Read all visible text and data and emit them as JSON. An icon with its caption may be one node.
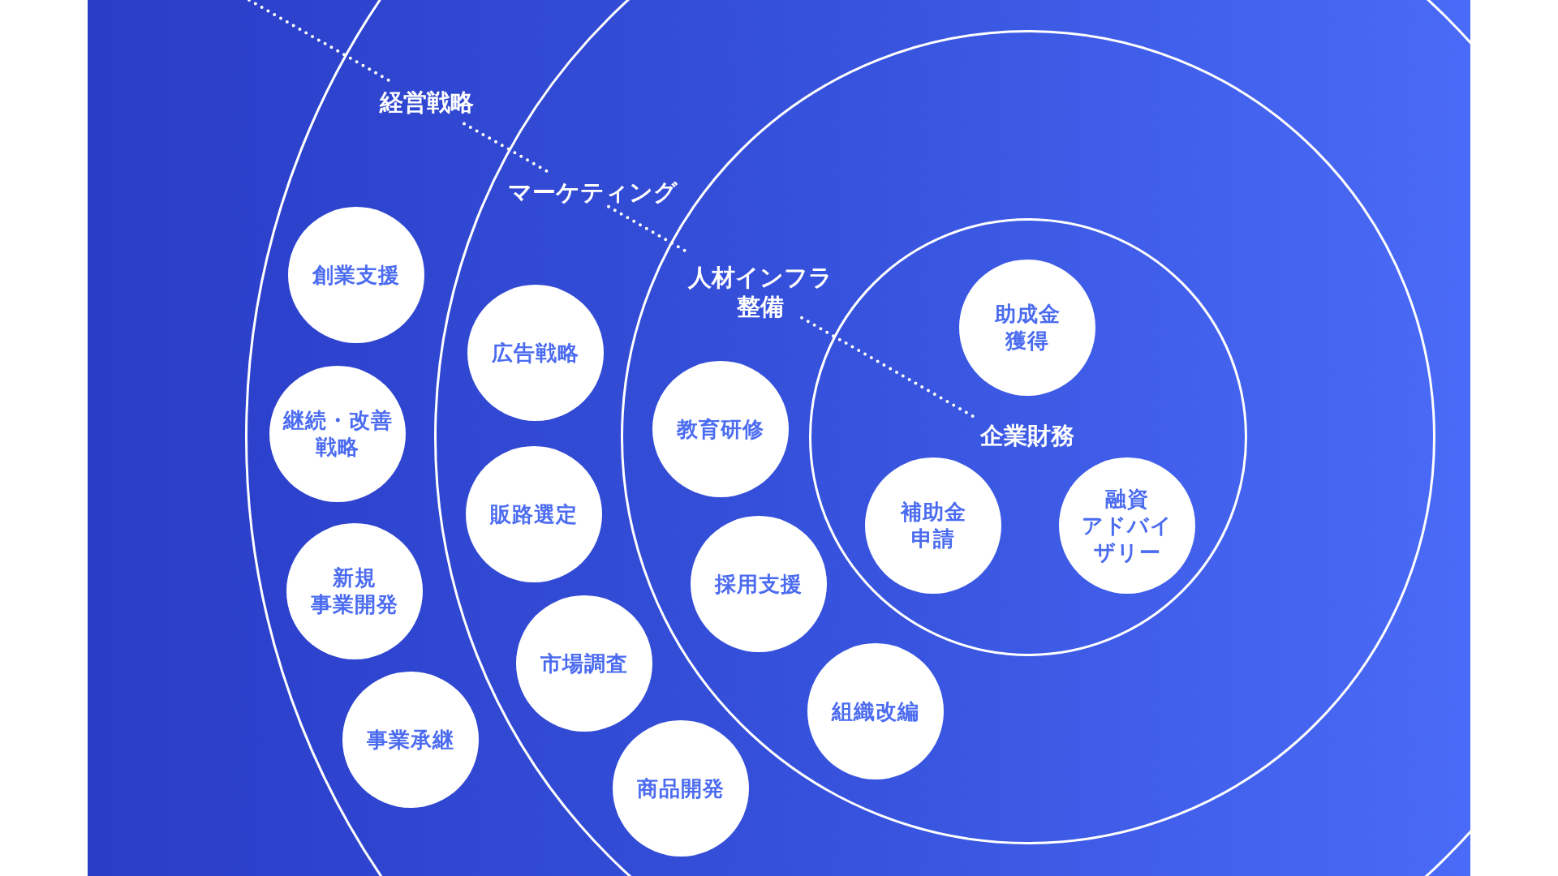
{
  "diagram": {
    "nodes": [
      {
        "text": [
          "経営戦略"
        ]
      },
      {
        "text": [
          "創業支援"
        ],
        "in": 0
      },
      {
        "text": [
          "継続・改善戦略"
        ],
        "in": 0
      },
      {
        "text": [
          "新規事業開発"
        ],
        "in": 0
      },
      {
        "text": [
          "事業承継"
        ],
        "in": 0
      },
      {
        "text": [
          "マーケティング"
        ],
        "in": 0
      },
      {
        "text": [
          "広告戦略"
        ],
        "in": 5
      },
      {
        "text": [
          "販路選定"
        ],
        "in": 5
      },
      {
        "text": [
          "市場調査"
        ],
        "in": 5
      },
      {
        "text": [
          "商品開発"
        ],
        "in": 5
      },
      {
        "text": [
          "人材インフラ整備"
        ],
        "in": 5
      },
      {
        "text": [
          "教育研修"
        ],
        "in": 10
      },
      {
        "text": [
          "採用支援"
        ],
        "in": 10
      },
      {
        "text": [
          "組織改編"
        ],
        "in": 10
      },
      {
        "text": [
          "企業財務"
        ],
        "in": 10
      },
      {
        "text": [
          "助成金獲得"
        ],
        "in": 14
      },
      {
        "text": [
          "補助金申請"
        ],
        "in": 14
      },
      {
        "text": [
          "融資アドバイザリー"
        ],
        "in": 14
      }
    ]
  }
}
